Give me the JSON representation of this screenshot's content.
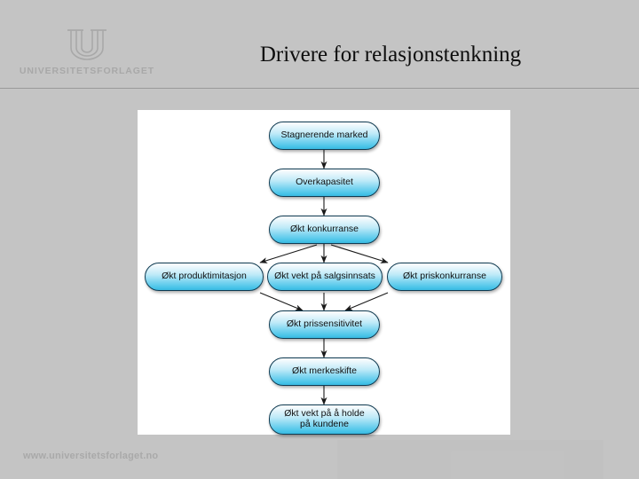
{
  "slide": {
    "title": "Drivere for relasjonstenkning",
    "background_color": "#c4c4c4",
    "panel_color": "#ffffff"
  },
  "logo": {
    "icon": "universitetsforlaget-u-logo",
    "wordmark": "UNIVERSITETSFORLAGET",
    "color": "#a8a8a8"
  },
  "footer": {
    "url": "www.universitetsforlaget.no"
  },
  "chart_data": {
    "type": "diagram",
    "title": "Drivere for relasjonstenkning",
    "node_fill_top": "#fdfefe",
    "node_fill_bottom": "#3ab9e0",
    "node_border": "#0f3b52",
    "nodes": [
      {
        "id": "n1",
        "label": "Stagnerende marked",
        "row": 0,
        "column": "center"
      },
      {
        "id": "n2",
        "label": "Overkapasitet",
        "row": 1,
        "column": "center"
      },
      {
        "id": "n3",
        "label": "Økt konkurranse",
        "row": 2,
        "column": "center"
      },
      {
        "id": "n4",
        "label": "Økt produktimitasjon",
        "row": 3,
        "column": "left"
      },
      {
        "id": "n5",
        "label": "Økt vekt på salgsinnsats",
        "row": 3,
        "column": "center"
      },
      {
        "id": "n6",
        "label": "Økt priskonkurranse",
        "row": 3,
        "column": "right"
      },
      {
        "id": "n7",
        "label": "Økt prissensitivitet",
        "row": 4,
        "column": "center"
      },
      {
        "id": "n8",
        "label": "Økt merkeskifte",
        "row": 5,
        "column": "center"
      },
      {
        "id": "n9",
        "label": "Økt vekt på å holde\npå kundene",
        "row": 6,
        "column": "center"
      }
    ],
    "edges": [
      {
        "from": "n1",
        "to": "n2"
      },
      {
        "from": "n2",
        "to": "n3"
      },
      {
        "from": "n3",
        "to": "n4"
      },
      {
        "from": "n3",
        "to": "n5"
      },
      {
        "from": "n3",
        "to": "n6"
      },
      {
        "from": "n4",
        "to": "n7"
      },
      {
        "from": "n5",
        "to": "n7"
      },
      {
        "from": "n6",
        "to": "n7"
      },
      {
        "from": "n7",
        "to": "n8"
      },
      {
        "from": "n8",
        "to": "n9"
      }
    ]
  }
}
